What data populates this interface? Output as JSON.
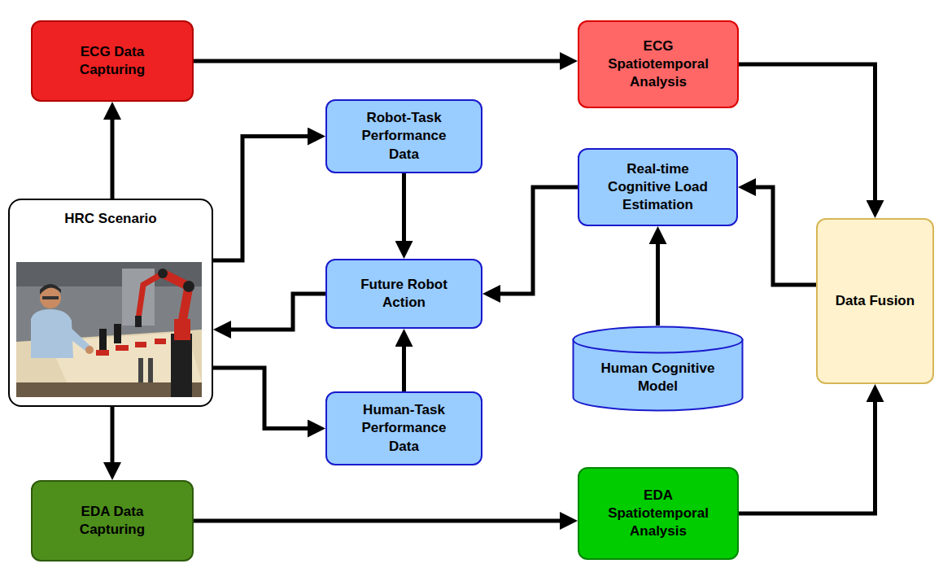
{
  "diagram": {
    "nodes": [
      {
        "text": [
          "ECG Data Capturing"
        ]
      },
      {
        "text": [
          "ECG Spatiotemporal Analysis"
        ]
      },
      {
        "text": [
          "Robot-Task Performance Data"
        ]
      },
      {
        "text": [
          "Real-time Cognitive Load Estimation"
        ]
      },
      {
        "text": [
          "HRC Scenario"
        ]
      },
      {
        "text": [
          "Future Robot Action"
        ]
      },
      {
        "text": [
          "Data Fusion"
        ]
      },
      {
        "text": [
          "Human Cognitive Model"
        ]
      },
      {
        "text": [
          "Human-Task Performance Data"
        ]
      },
      {
        "text": [
          "EDA Data Capturing"
        ]
      },
      {
        "text": [
          "EDA Spatiotemporal Analysis"
        ]
      }
    ],
    "edges": [
      {
        "from": 4,
        "to": 0,
        "arrow": "to"
      },
      {
        "from": 0,
        "to": 1,
        "arrow": "to"
      },
      {
        "from": 1,
        "to": 6,
        "arrow": "to"
      },
      {
        "from": 4,
        "to": 2,
        "arrow": "to"
      },
      {
        "from": 2,
        "to": 5,
        "arrow": "to"
      },
      {
        "from": 4,
        "to": 8,
        "arrow": "to"
      },
      {
        "from": 8,
        "to": 5,
        "arrow": "to"
      },
      {
        "from": 5,
        "to": 4,
        "arrow": "to"
      },
      {
        "from": 3,
        "to": 5,
        "arrow": "to"
      },
      {
        "from": 7,
        "to": 3,
        "arrow": "to"
      },
      {
        "from": 6,
        "to": 3,
        "arrow": "to"
      },
      {
        "from": 10,
        "to": 6,
        "arrow": "to"
      },
      {
        "from": 9,
        "to": 10,
        "arrow": "to"
      },
      {
        "from": 4,
        "to": 9,
        "arrow": "to"
      }
    ]
  }
}
